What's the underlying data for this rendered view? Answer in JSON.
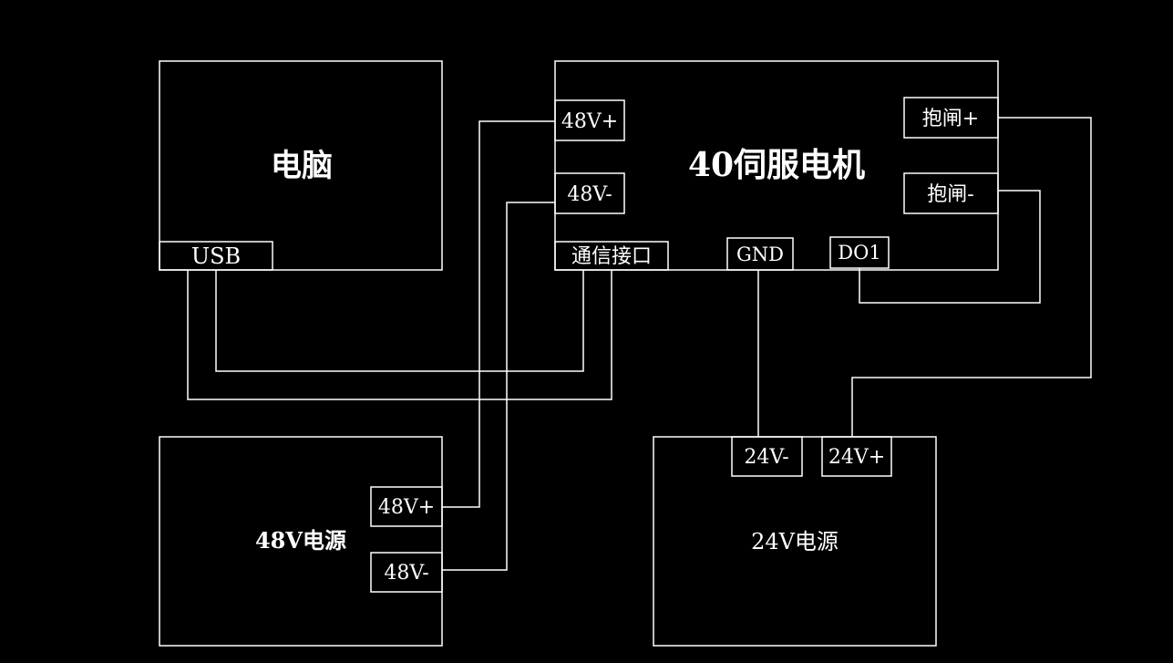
{
  "colors": {
    "background": "#000000",
    "line": "#ffffff"
  },
  "blocks": {
    "pc": {
      "title": "电脑",
      "usb": "USB"
    },
    "servo": {
      "title": "40伺服电机",
      "p48_plus": "48V+",
      "p48_minus": "48V-",
      "comm": "通信接口",
      "gnd": "GND",
      "do1": "DO1",
      "brake_plus": "抱闸+",
      "brake_minus": "抱闸-"
    },
    "psu48": {
      "title": "48V电源",
      "plus": "48V+",
      "minus": "48V-"
    },
    "psu24": {
      "title": "24V电源",
      "minus": "24V-",
      "plus": "24V+"
    }
  }
}
